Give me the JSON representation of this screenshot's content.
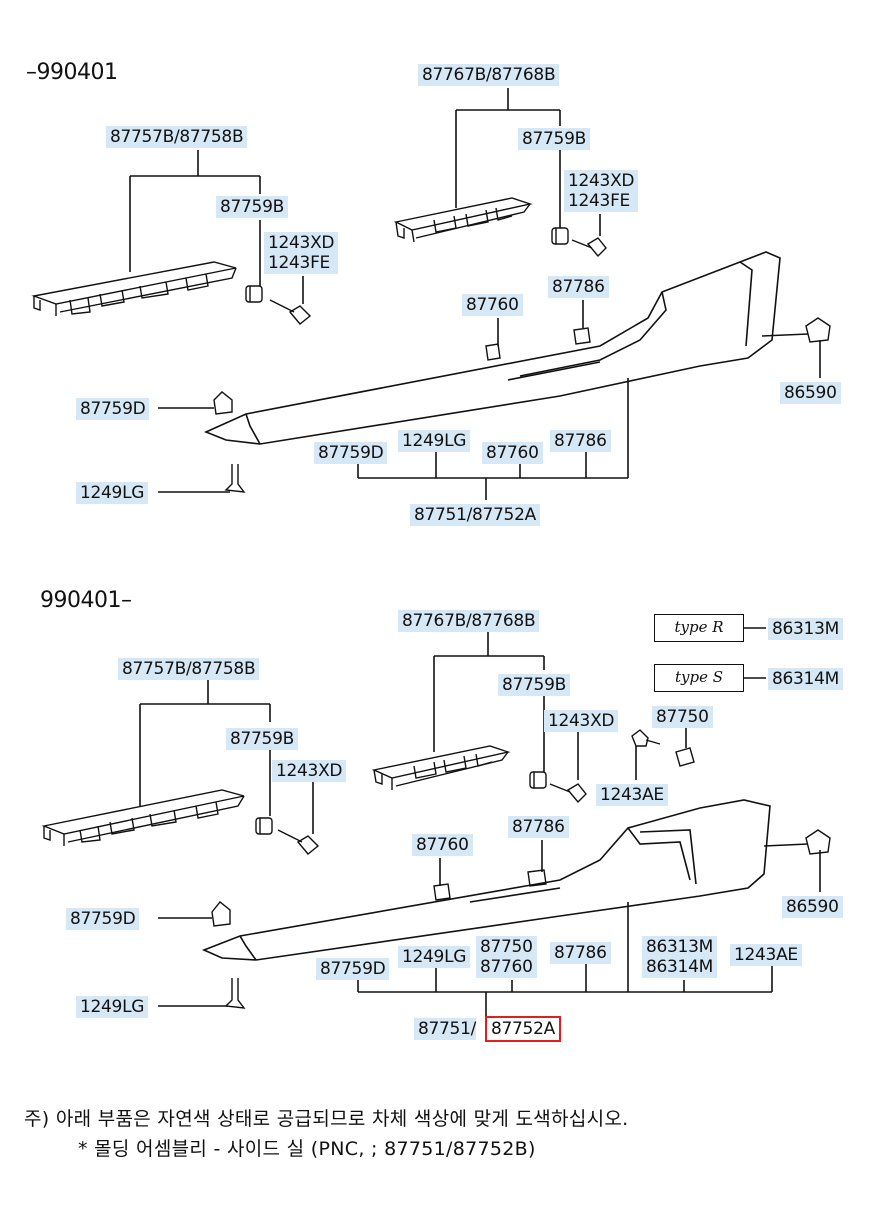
{
  "sections": [
    {
      "header": "–990401",
      "labels": {
        "mount_group": "87767B/87768B",
        "clip_right": "87759B",
        "screw_right": "1243XD\n1243FE",
        "rail_group": "87757B/87758B",
        "clip_left": "87759B",
        "screw_left": "1243XD\n1243FE",
        "clip_87760": "87760",
        "clip_87786": "87786",
        "fastener_86590": "86590",
        "clip_87759D": "87759D",
        "screw_1249LG": "1249LG",
        "sub_87759D": "87759D",
        "sub_1249LG": "1249LG",
        "sub_87760": "87760",
        "sub_87786": "87786",
        "assembly": "87751/87752A"
      }
    },
    {
      "header": "990401–",
      "labels": {
        "mount_group": "87767B/87768B",
        "clip_right": "87759B",
        "screw_right": "1243XD",
        "rail_group": "87757B/87758B",
        "clip_left": "87759B",
        "screw_left": "1243XD",
        "badge_r": "86313M",
        "badge_s": "86314M",
        "nut_87750": "87750",
        "screw_1243AE": "1243AE",
        "clip_87760": "87760",
        "clip_87786": "87786",
        "fastener_86590": "86590",
        "clip_87759D": "87759D",
        "screw_1249LG": "1249LG",
        "sub_87759D": "87759D",
        "sub_1249LG": "1249LG",
        "sub_87750_87760": "87750\n87760",
        "sub_87786": "87786",
        "sub_badges": "86313M\n86314M",
        "sub_1243AE": "1243AE",
        "assembly_left": "87751/",
        "assembly_right": "87752A"
      },
      "badges": {
        "r": "type R",
        "s": "type S"
      }
    }
  ],
  "note": {
    "line1": "주) 아래 부품은 자연색 상태로 공급되므로 차체 색상에 맞게 도색하십시오.",
    "line2": "* 몰딩 어셈블리 - 사이드 실 (PNC, ; 87751/87752B)"
  },
  "colors": {
    "label_bg": "#d6e8f6",
    "highlight": "#e02020"
  }
}
